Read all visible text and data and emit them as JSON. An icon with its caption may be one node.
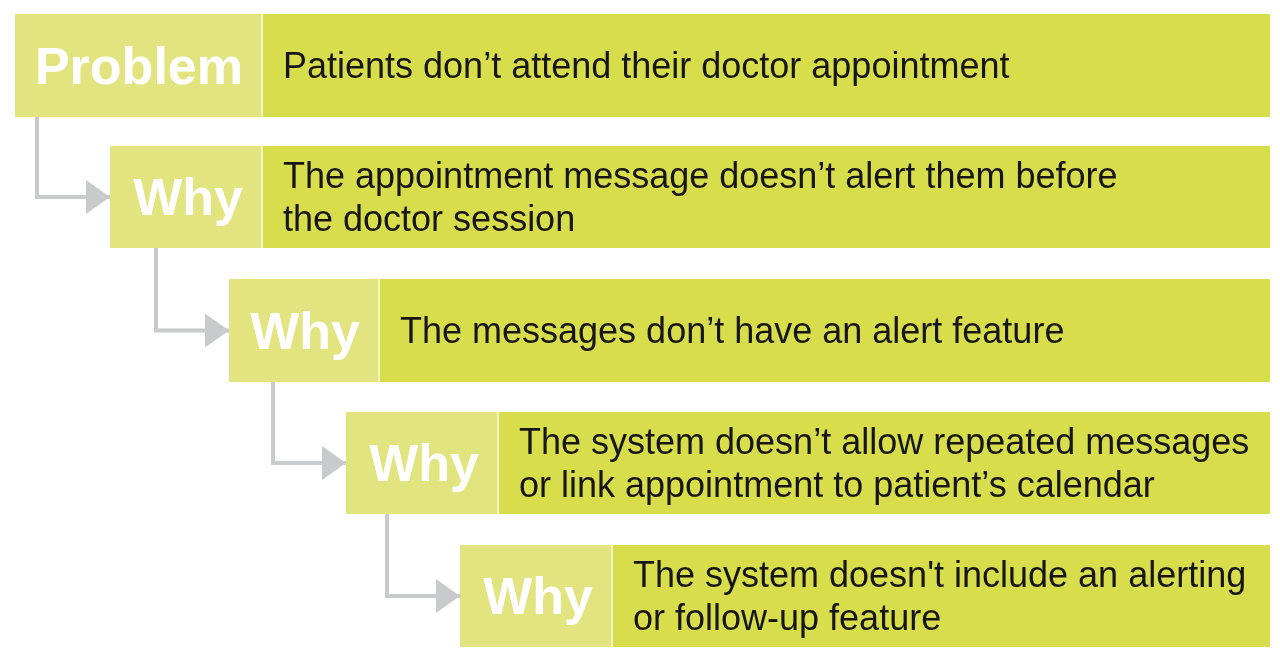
{
  "diagram": {
    "nodes": [
      {
        "text": [
          "Problem",
          "Patients don’t attend their doctor appointment"
        ]
      },
      {
        "text": [
          "Why",
          "The appointment message doesn’t alert them before the doctor session"
        ]
      },
      {
        "text": [
          "Why",
          "The messages don’t have an alert feature"
        ]
      },
      {
        "text": [
          "Why",
          "The system doesn’t allow repeated messages or link appointment to patient’s calendar"
        ]
      },
      {
        "text": [
          "Why",
          "The system doesn't include an alerting or follow-up feature"
        ]
      }
    ],
    "edges": [
      {
        "from": 0,
        "to": 1,
        "arrow": "to"
      },
      {
        "from": 1,
        "to": 2,
        "arrow": "to"
      },
      {
        "from": 2,
        "to": 3,
        "arrow": "to"
      },
      {
        "from": 3,
        "to": 4,
        "arrow": "to"
      }
    ]
  }
}
